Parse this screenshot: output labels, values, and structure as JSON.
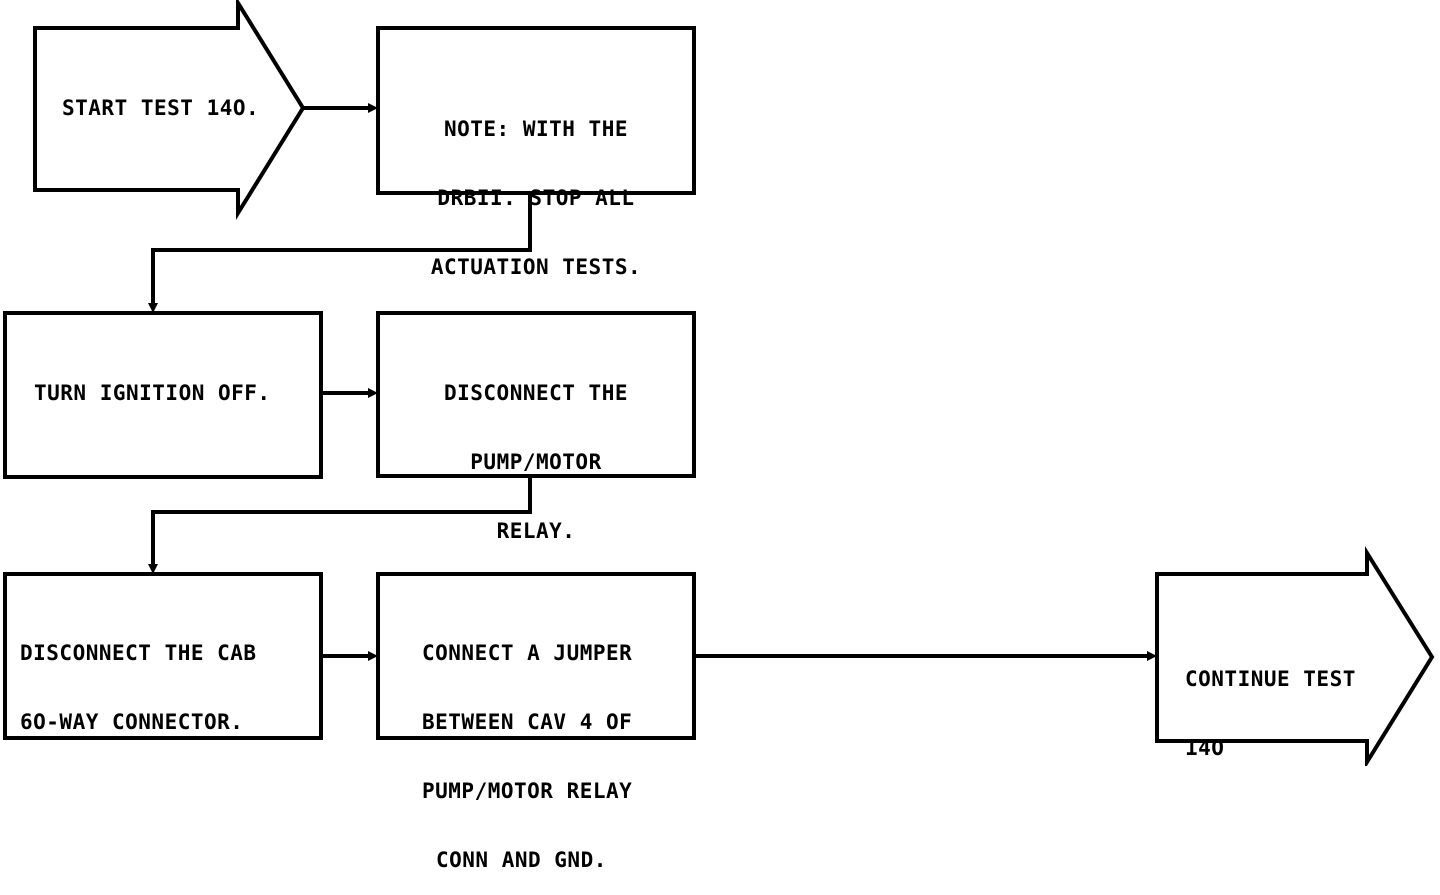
{
  "flowchart": {
    "start": {
      "text": "START TEST 14O."
    },
    "note": {
      "lines": [
        "NOTE: WITH THE",
        "DRBII. STOP ALL",
        "ACTUATION TESTS."
      ]
    },
    "ignition": {
      "text": "TURN IGNITION OFF."
    },
    "relay": {
      "lines": [
        "DISCONNECT THE",
        "PUMP/MOTOR",
        "RELAY."
      ]
    },
    "cab": {
      "lines": [
        "DISCONNECT THE CAB",
        "6O-WAY CONNECTOR."
      ]
    },
    "jumper": {
      "lines": [
        "CONNECT A JUMPER",
        "BETWEEN CAV 4 OF",
        "PUMP/MOTOR RELAY",
        "CONN AND GND."
      ]
    },
    "continue": {
      "lines": [
        "CONTINUE TEST",
        "14O"
      ]
    }
  },
  "colors": {
    "stroke": "#000000",
    "background": "#ffffff"
  }
}
